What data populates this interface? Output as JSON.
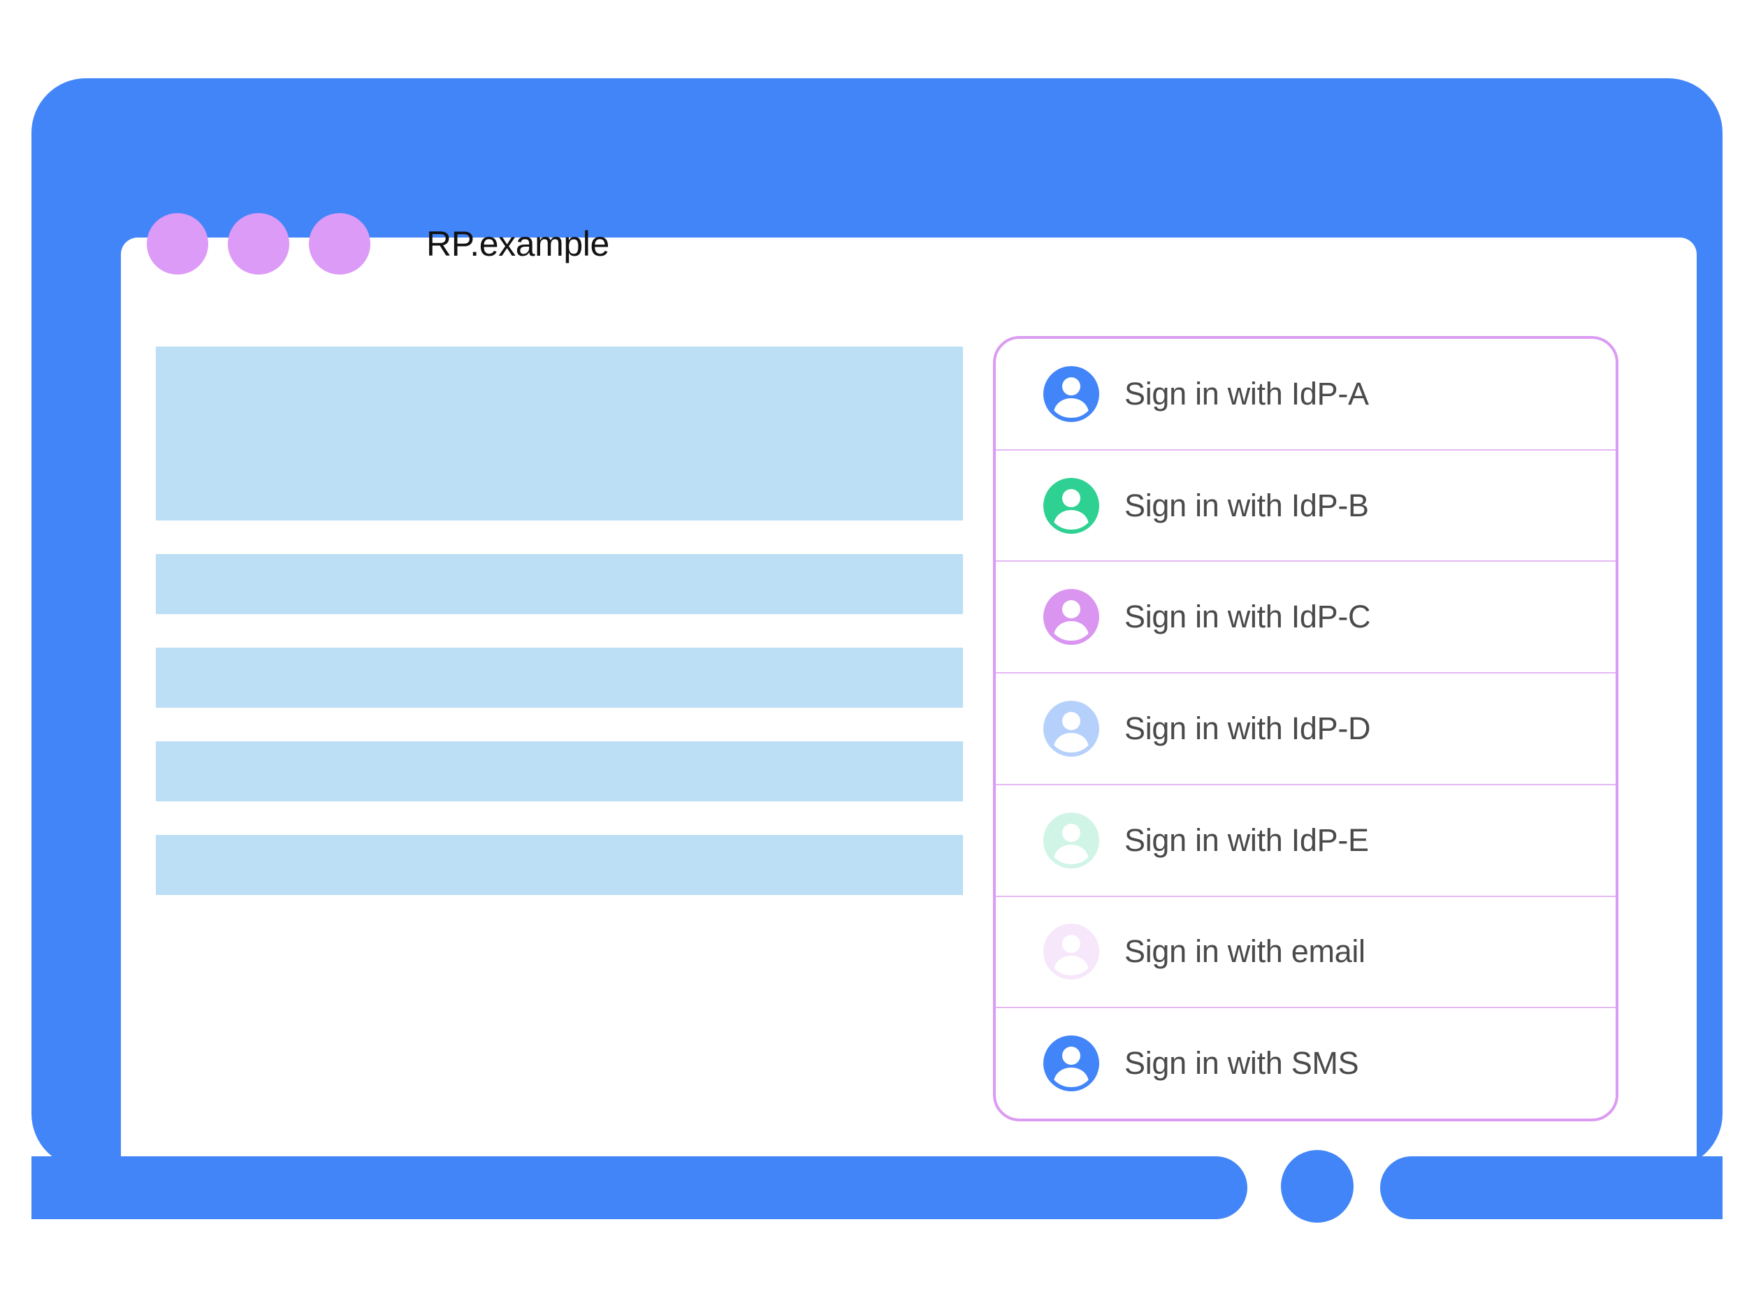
{
  "browser": {
    "title": "RP.example",
    "window_dots": [
      "window-dot-1",
      "window-dot-2",
      "window-dot-3"
    ],
    "frame_color": "#4285f8",
    "dot_color": "#dc9bf7"
  },
  "page_content": {
    "placeholder_blocks": [
      {
        "name": "hero-placeholder",
        "kind": "hero"
      },
      {
        "name": "text-line-placeholder-1",
        "kind": "row"
      },
      {
        "name": "text-line-placeholder-2",
        "kind": "row"
      },
      {
        "name": "text-line-placeholder-3",
        "kind": "row"
      },
      {
        "name": "text-line-placeholder-4",
        "kind": "row"
      }
    ],
    "placeholder_color": "#bcdff5"
  },
  "signin_card": {
    "border_color": "#db9bf2",
    "divider_color": "#e3b8f2",
    "text_color": "#4a4a4a",
    "items": [
      {
        "label": "Sign in with IdP-A",
        "avatar_color": "#4285f8",
        "avatar_opacity": "1",
        "icon": "person-avatar-icon"
      },
      {
        "label": "Sign in with IdP-B",
        "avatar_color": "#2fd192",
        "avatar_opacity": "1",
        "icon": "person-avatar-icon"
      },
      {
        "label": "Sign in with IdP-C",
        "avatar_color": "#d995f0",
        "avatar_opacity": "1",
        "icon": "person-avatar-icon"
      },
      {
        "label": "Sign in with IdP-D",
        "avatar_color": "#4285f8",
        "avatar_opacity": "0.38",
        "icon": "person-avatar-icon"
      },
      {
        "label": "Sign in with IdP-E",
        "avatar_color": "#2fd192",
        "avatar_opacity": "0.22",
        "icon": "person-avatar-icon"
      },
      {
        "label": "Sign in with email",
        "avatar_color": "#d995f0",
        "avatar_opacity": "0.22",
        "icon": "person-avatar-icon"
      },
      {
        "label": "Sign in with SMS",
        "avatar_color": "#4285f8",
        "avatar_opacity": "1",
        "icon": "person-avatar-icon"
      }
    ]
  }
}
